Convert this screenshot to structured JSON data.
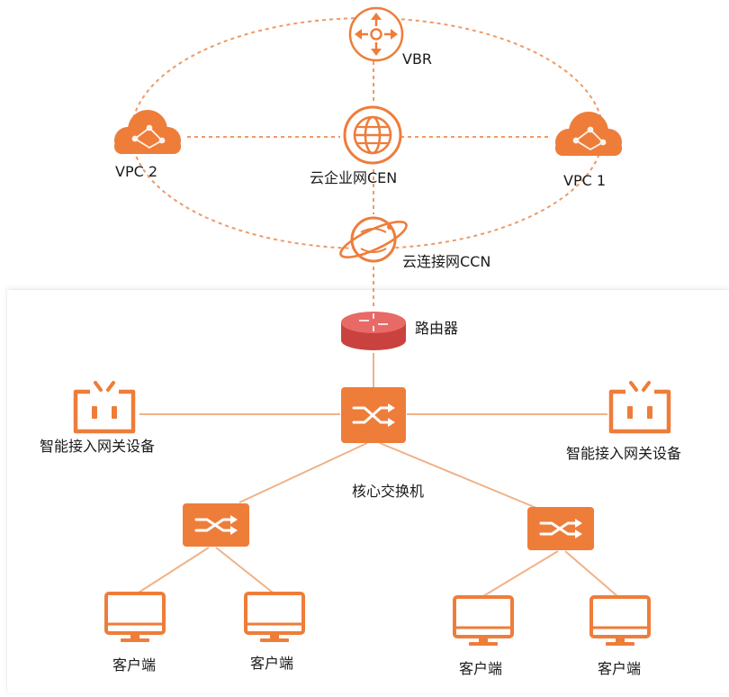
{
  "cloud": {
    "vbr_label": "VBR",
    "cen_label": "云企业网CEN",
    "vpc2_label": "VPC 2",
    "vpc1_label": "VPC 1",
    "ccn_label": "云连接网CCN"
  },
  "local": {
    "router_label": "路由器",
    "core_switch_label": "核心交换机",
    "gateway_left_label": "智能接入网关设备",
    "gateway_right_label": "智能接入网关设备",
    "clients": [
      "客户端",
      "客户端",
      "客户端",
      "客户端"
    ]
  },
  "colors": {
    "accent": "#EE7D3A",
    "line": "#F0B287",
    "router": "#E06360"
  }
}
